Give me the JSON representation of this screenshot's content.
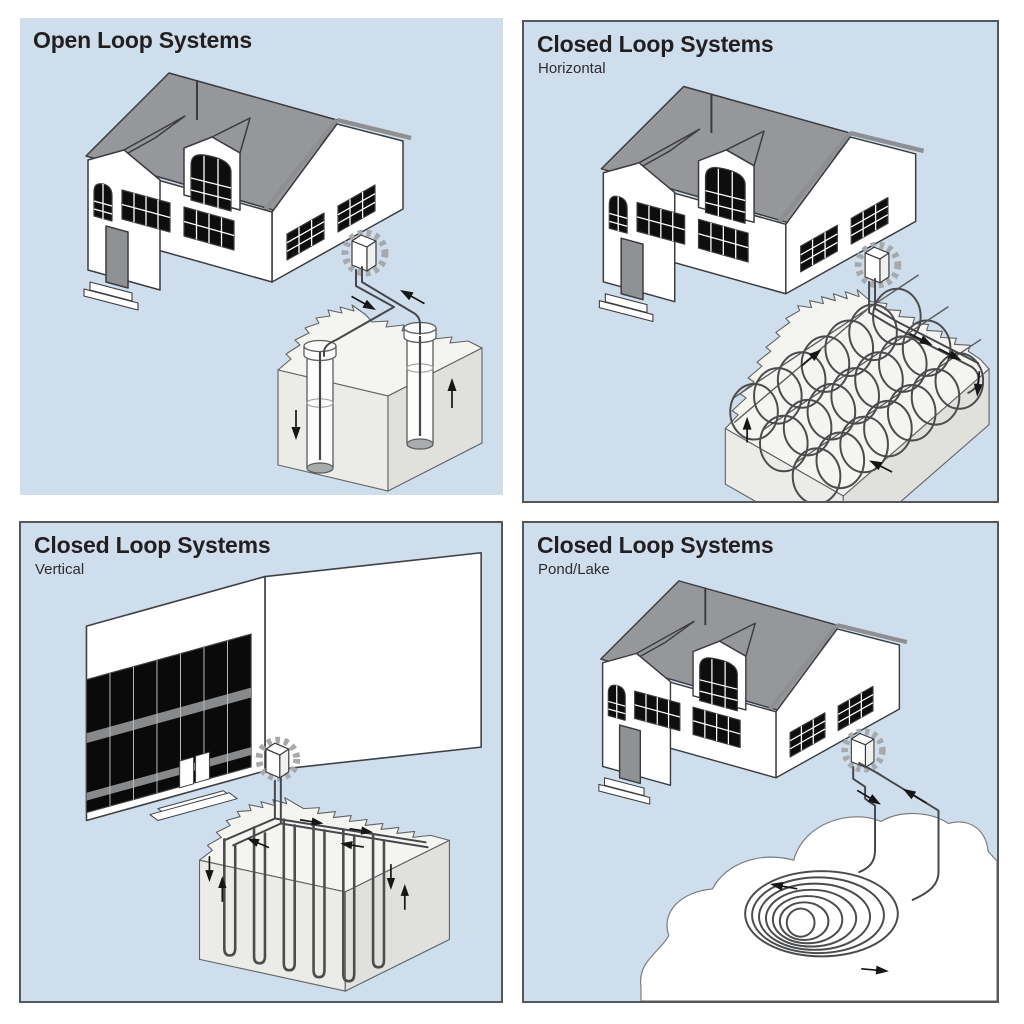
{
  "page": {
    "background": "#ffffff"
  },
  "panels": [
    {
      "id": "open-loop",
      "title": "Open Loop Systems",
      "subtitle": ""
    },
    {
      "id": "closed-horizontal",
      "title": "Closed Loop Systems",
      "subtitle": "Horizontal"
    },
    {
      "id": "closed-vertical",
      "title": "Closed Loop Systems",
      "subtitle": "Vertical"
    },
    {
      "id": "closed-pond",
      "title": "Closed Loop Systems",
      "subtitle": "Pond/Lake"
    }
  ],
  "colors": {
    "panel_background": "#cfdeed",
    "panel_border": "#55575a",
    "roof": "#95979a",
    "outline": "#3c3c3e",
    "wall": "#ffffff",
    "window": "#0e0e0e",
    "curtain_wall": "#0a0a0a",
    "curtain_band": "#87898b",
    "ground_top": "#f4f4f1",
    "ground_front": "#ebebe8",
    "ground_side": "#e0e0dd",
    "pipe": "#45474a",
    "arrow": "#161616",
    "well_water": "#a9abad",
    "pond_fill": "#ffffff",
    "title_text": "#231f20"
  }
}
